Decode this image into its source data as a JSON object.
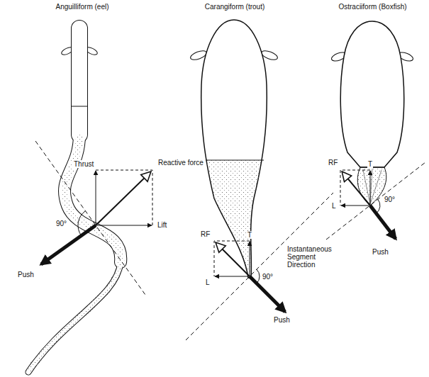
{
  "diagram": {
    "labels": [
      "Anguilliform (eel)",
      "Carangiform (trout)",
      "Ostraciiform (Boxfish)",
      "Thrust",
      "Reactive force",
      "Lift",
      "90°",
      "Push",
      "RF",
      "T",
      "L",
      "90°",
      "Push",
      "Instantaneous Segment Direction",
      "RF",
      "T",
      "L",
      "90°",
      "Push"
    ]
  }
}
